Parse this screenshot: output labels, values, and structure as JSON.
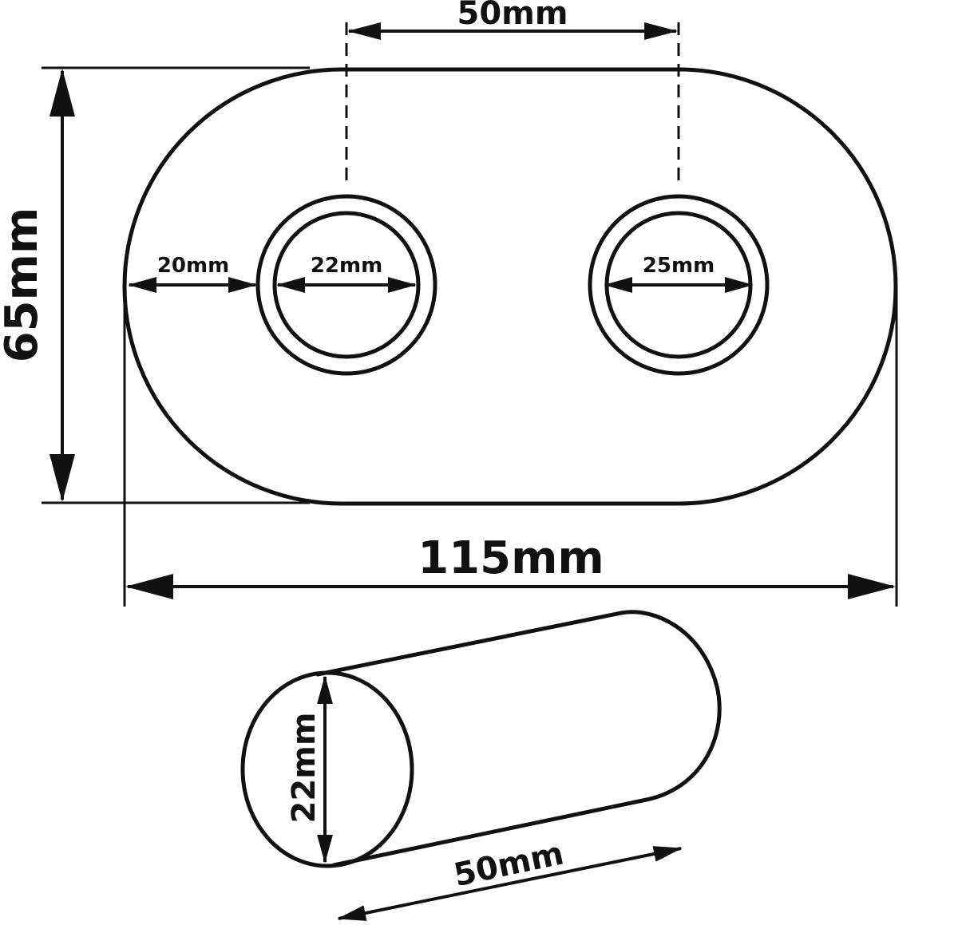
{
  "labels": {
    "hole_spacing": "50mm",
    "plate_height": "65mm",
    "plate_width": "115mm",
    "edge_to_hole": "20mm",
    "left_hole_diameter": "22mm",
    "right_hole_diameter": "25mm",
    "pipe_diameter": "22mm",
    "pipe_length": "50mm"
  },
  "colors": {
    "line": "#111111",
    "background": "#ffffff"
  }
}
